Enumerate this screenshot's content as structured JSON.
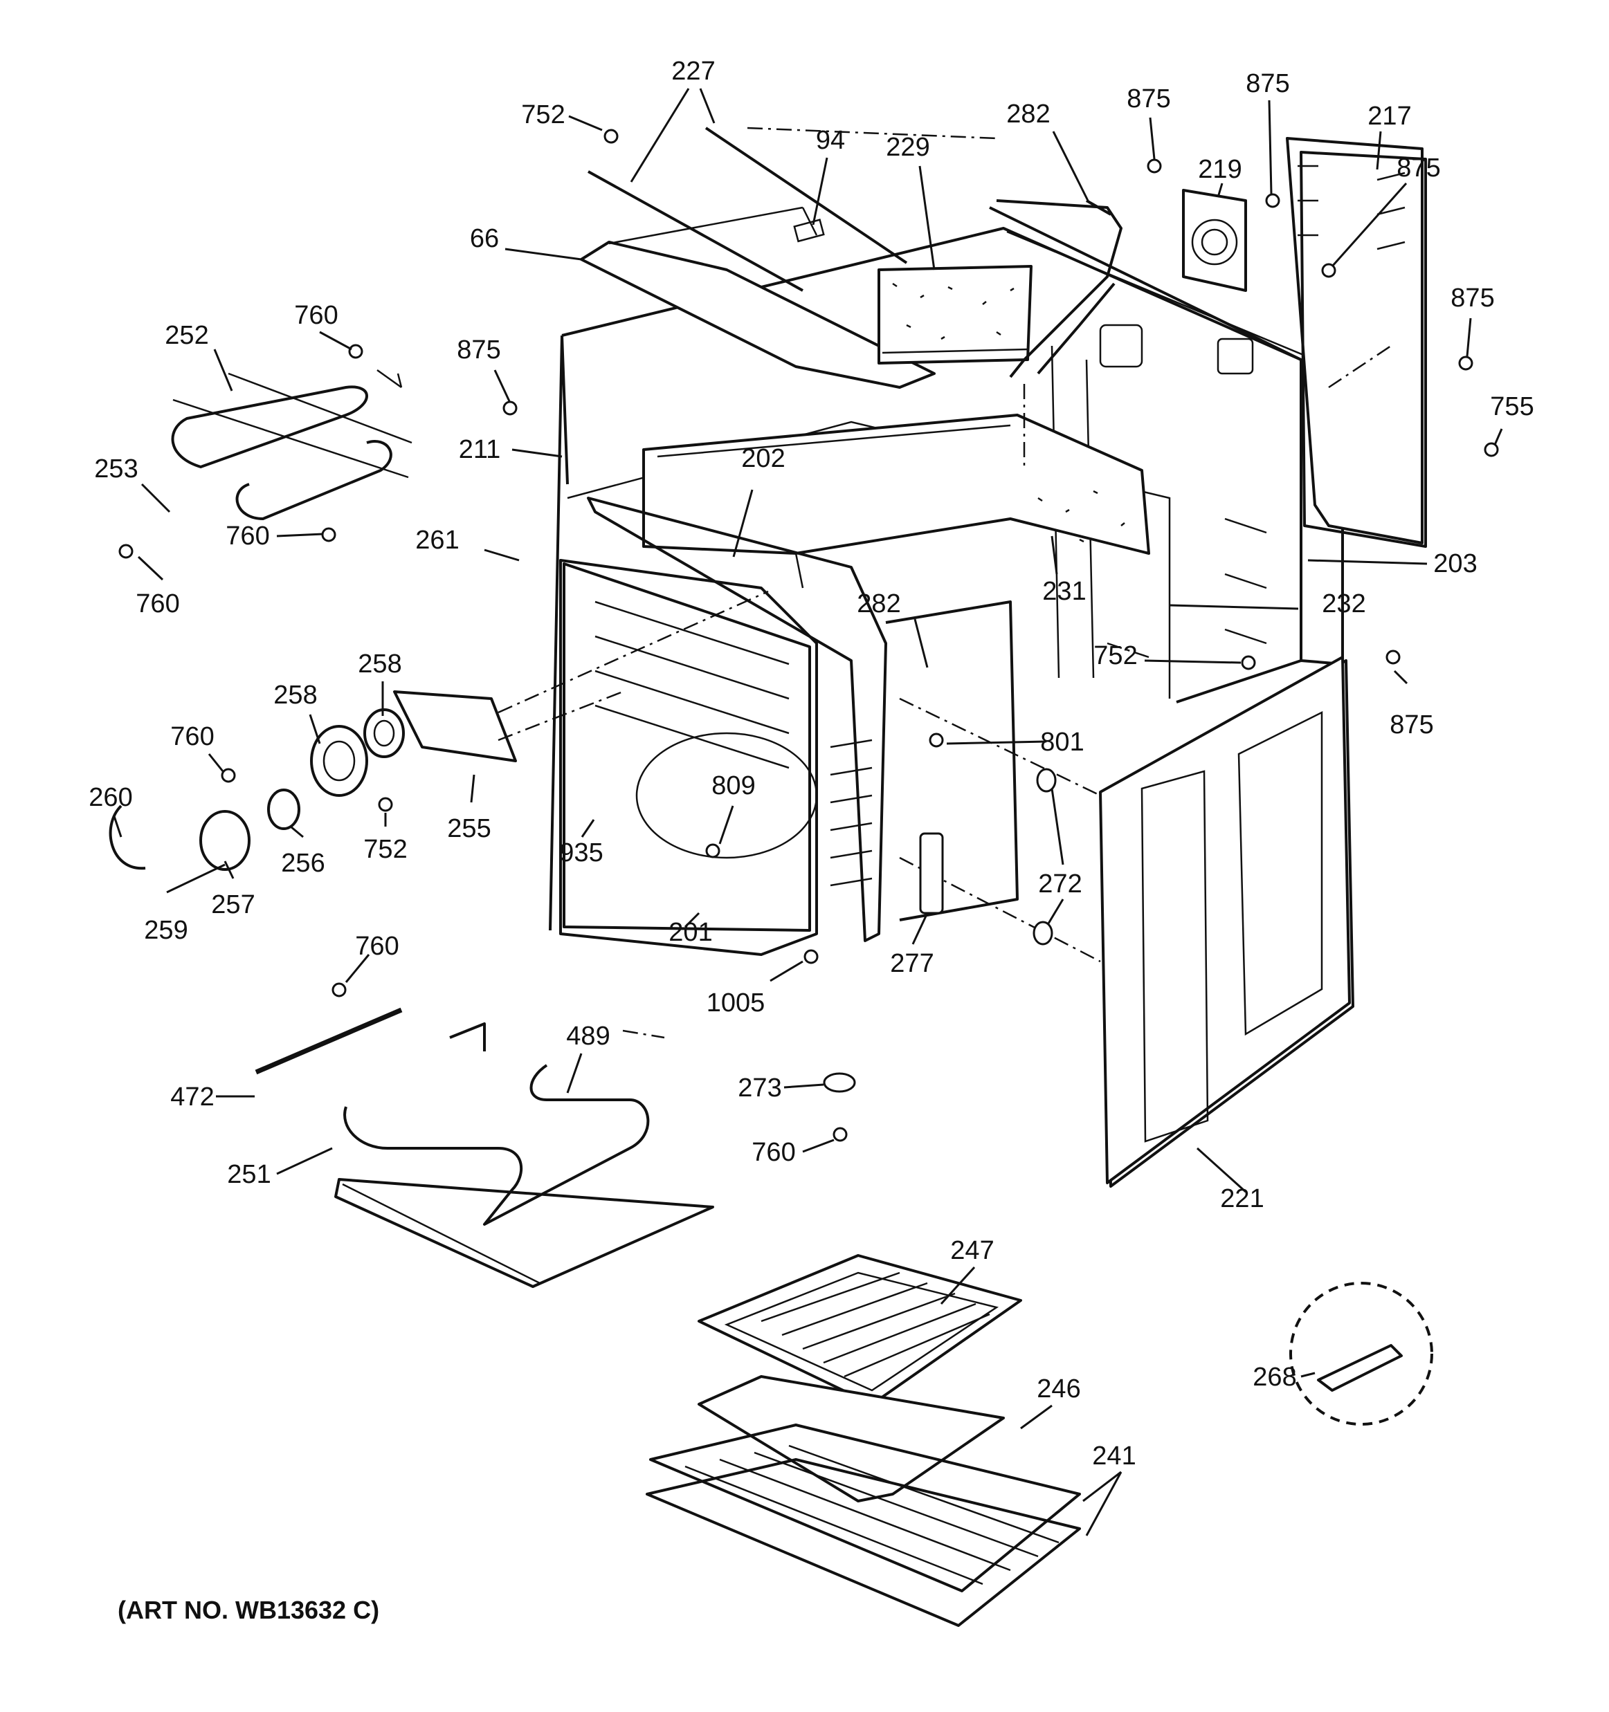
{
  "art_number": "(ART NO. WB13632 C)",
  "callouts": [
    {
      "id": "c227",
      "text": "227"
    },
    {
      "id": "c752a",
      "text": "752"
    },
    {
      "id": "c94",
      "text": "94"
    },
    {
      "id": "c282a",
      "text": "282"
    },
    {
      "id": "c875a",
      "text": "875"
    },
    {
      "id": "c875b",
      "text": "875"
    },
    {
      "id": "c217",
      "text": "217"
    },
    {
      "id": "c229",
      "text": "229"
    },
    {
      "id": "c219",
      "text": "219"
    },
    {
      "id": "c875c",
      "text": "875"
    },
    {
      "id": "c66",
      "text": "66"
    },
    {
      "id": "c760a",
      "text": "760"
    },
    {
      "id": "c252",
      "text": "252"
    },
    {
      "id": "c875d",
      "text": "875"
    },
    {
      "id": "c875e",
      "text": "875"
    },
    {
      "id": "c755",
      "text": "755"
    },
    {
      "id": "c211",
      "text": "211"
    },
    {
      "id": "c253",
      "text": "253"
    },
    {
      "id": "c202",
      "text": "202"
    },
    {
      "id": "c760b",
      "text": "760"
    },
    {
      "id": "c261",
      "text": "261"
    },
    {
      "id": "c203",
      "text": "203"
    },
    {
      "id": "c760c",
      "text": "760"
    },
    {
      "id": "c231",
      "text": "231"
    },
    {
      "id": "c282b",
      "text": "282"
    },
    {
      "id": "c232",
      "text": "232"
    },
    {
      "id": "c258a",
      "text": "258"
    },
    {
      "id": "c752b",
      "text": "752"
    },
    {
      "id": "c258b",
      "text": "258"
    },
    {
      "id": "c875f",
      "text": "875"
    },
    {
      "id": "c760d",
      "text": "760"
    },
    {
      "id": "c801",
      "text": "801"
    },
    {
      "id": "c260",
      "text": "260"
    },
    {
      "id": "c809",
      "text": "809"
    },
    {
      "id": "c255",
      "text": "255"
    },
    {
      "id": "c256",
      "text": "256"
    },
    {
      "id": "c752c",
      "text": "752"
    },
    {
      "id": "c935",
      "text": "935"
    },
    {
      "id": "c272",
      "text": "272"
    },
    {
      "id": "c257",
      "text": "257"
    },
    {
      "id": "c259",
      "text": "259"
    },
    {
      "id": "c201",
      "text": "201"
    },
    {
      "id": "c277",
      "text": "277"
    },
    {
      "id": "c760e",
      "text": "760"
    },
    {
      "id": "c1005",
      "text": "1005"
    },
    {
      "id": "c489",
      "text": "489"
    },
    {
      "id": "c273",
      "text": "273"
    },
    {
      "id": "c472",
      "text": "472"
    },
    {
      "id": "c760f",
      "text": "760"
    },
    {
      "id": "c251",
      "text": "251"
    },
    {
      "id": "c221",
      "text": "221"
    },
    {
      "id": "c247",
      "text": "247"
    },
    {
      "id": "c246",
      "text": "246"
    },
    {
      "id": "c268",
      "text": "268"
    },
    {
      "id": "c241",
      "text": "241"
    }
  ]
}
